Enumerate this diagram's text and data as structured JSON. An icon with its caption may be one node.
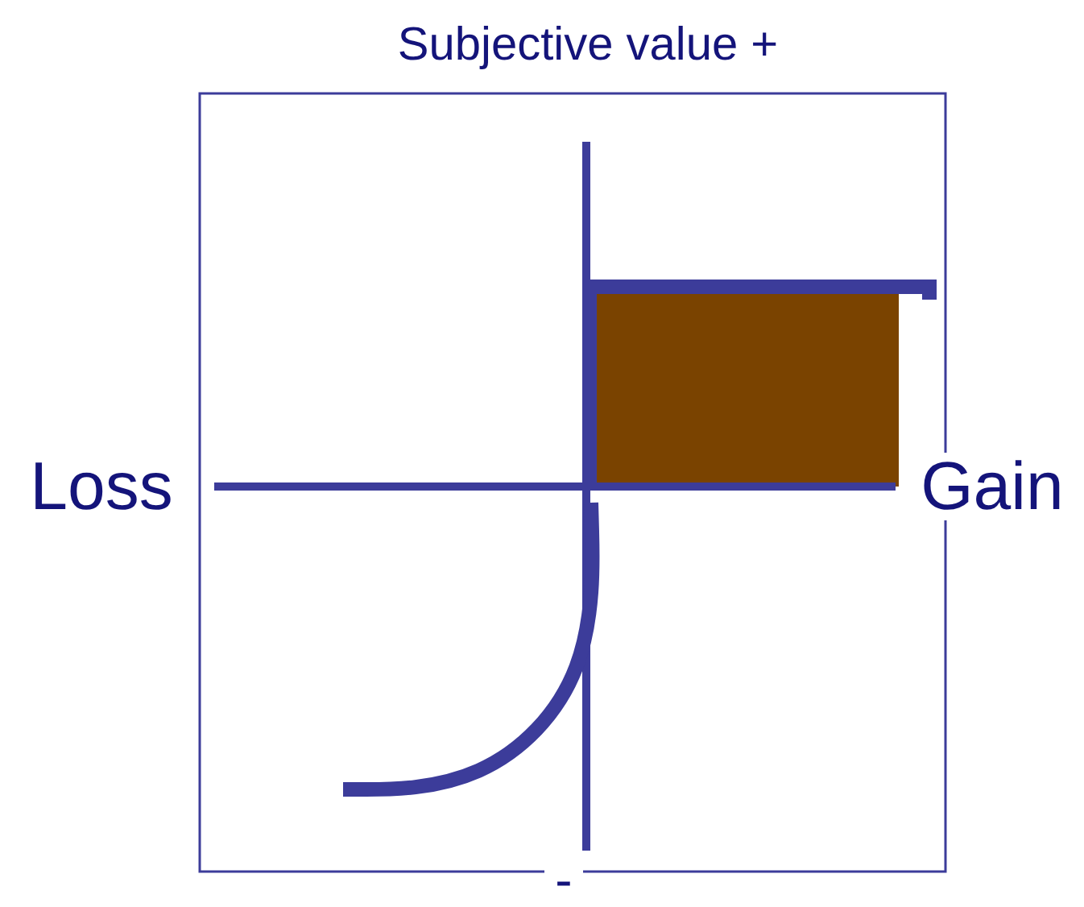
{
  "diagram": {
    "title": "Subjective value +",
    "labels": [
      "Loss",
      "Gain",
      "-"
    ]
  }
}
